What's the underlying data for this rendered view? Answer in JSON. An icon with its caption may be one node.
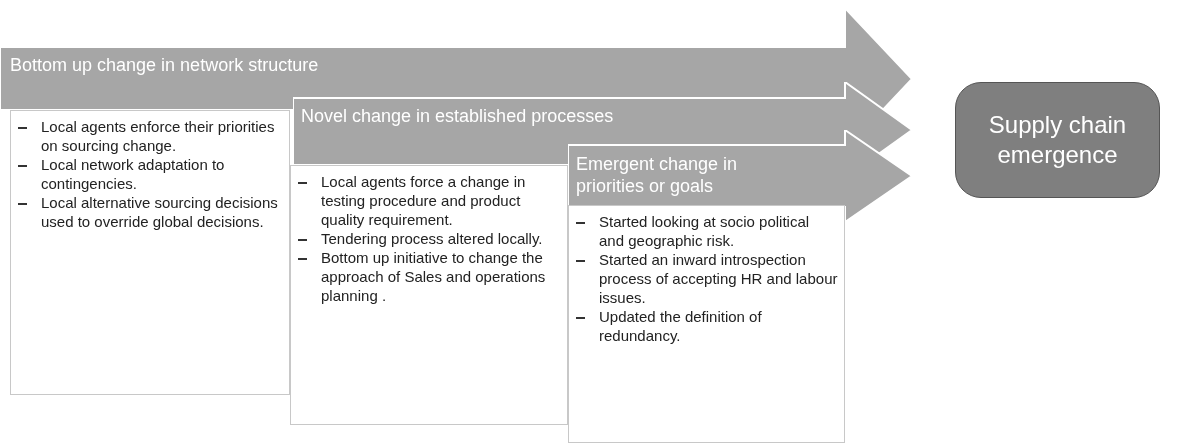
{
  "diagram": {
    "nodes": [
      {
        "text": [
          "Bottom up change in network structure"
        ]
      },
      {
        "text": [
          "Local agents enforce their priorities on sourcing change.",
          "Local network adaptation to contingencies.",
          "Local alternative sourcing decisions used to override global decisions."
        ]
      },
      {
        "text": [
          "Novel change in established processes"
        ]
      },
      {
        "text": [
          "Local agents force a change in testing procedure and product quality requirement.",
          "Tendering process altered locally.",
          "Bottom up initiative to change the approach of Sales and operations planning ."
        ]
      },
      {
        "text": [
          "Emergent change in priorities or goals"
        ]
      },
      {
        "text": [
          "Started looking at socio political and geographic risk.",
          "Started an inward introspection process of accepting HR and labour issues.",
          "Updated the definition of redundancy."
        ]
      },
      {
        "text": [
          "Supply chain emergence"
        ]
      }
    ],
    "edges": []
  }
}
